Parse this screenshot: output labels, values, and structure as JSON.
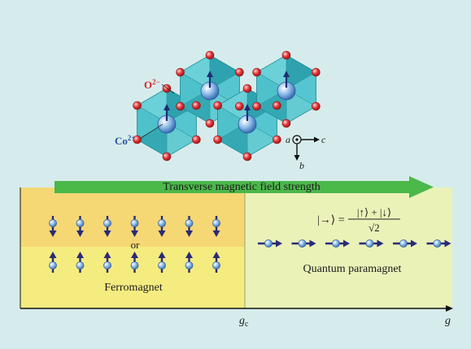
{
  "labels": {
    "oxygen": "O",
    "oxygen_charge": "2−",
    "cobalt": "Co",
    "cobalt_charge": "2+",
    "axis_a": "a",
    "axis_b": "b",
    "axis_c": "c",
    "field_arrow": "Transverse magnetic field strength",
    "or": "or",
    "ferromagnet": "Ferromagnet",
    "quantum_paramagnet": "Quantum paramagnet",
    "eq_lhs": "|→⟩ =",
    "eq_num": "|↑⟩ + |↓⟩",
    "eq_den": "√2",
    "gc_main": "g",
    "gc_sub": "c",
    "g_axis": "g"
  },
  "colors": {
    "background": "#d6ecec",
    "ferro_top": "#f5d774",
    "ferro_bottom": "#f5ec80",
    "paramagnet": "#eaf2b8",
    "field_arrow": "#4bb84a",
    "spin_arrow": "#2a2a78",
    "spin_ball": "#6fa6dc",
    "oxygen": "#d8262a",
    "octahedron": "#3fb8c4"
  },
  "spins": {
    "down_row_count": 7,
    "up_row_count": 7,
    "right_row_count": 6
  }
}
